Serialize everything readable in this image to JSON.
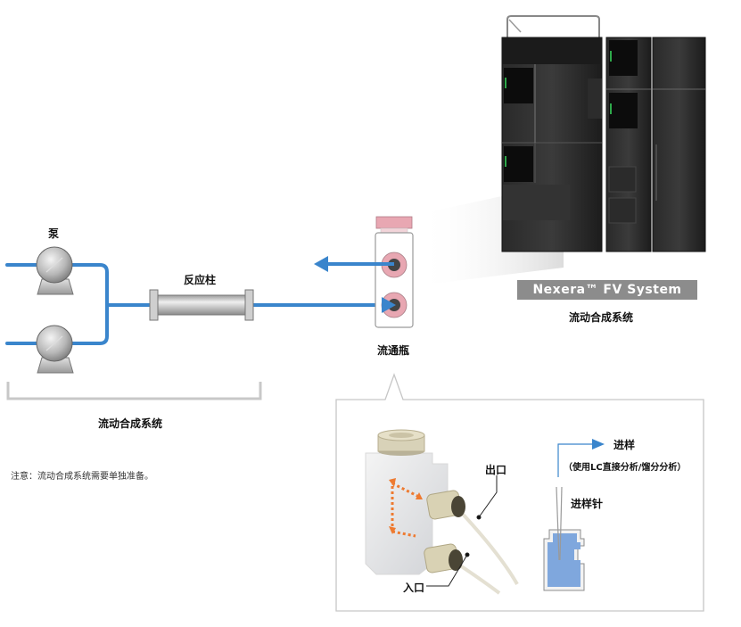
{
  "labels": {
    "pump": "泵",
    "reactor_column": "反应柱",
    "flow_synthesis_system_left": "流动合成系统",
    "flow_vial": "流通瓶",
    "product_name": "Nexera™ FV System",
    "flow_synthesis_system_right": "流动合成系统",
    "note": "注意：流动合成系统需要单独准备。",
    "outlet": "出口",
    "inlet": "入口",
    "injection": "进样",
    "injection_detail": "（使用LC直接分析/馏分分析）",
    "needle": "进样针"
  },
  "colors": {
    "flow_line": "#3a85cc",
    "vial_cap": "#e8a7b2",
    "bracket": "#c8c8c8",
    "flow_arrow_orange": "#ee7a30",
    "needle_liquid": "#7fa7dd",
    "brand_bar": "#8c8c8c"
  }
}
